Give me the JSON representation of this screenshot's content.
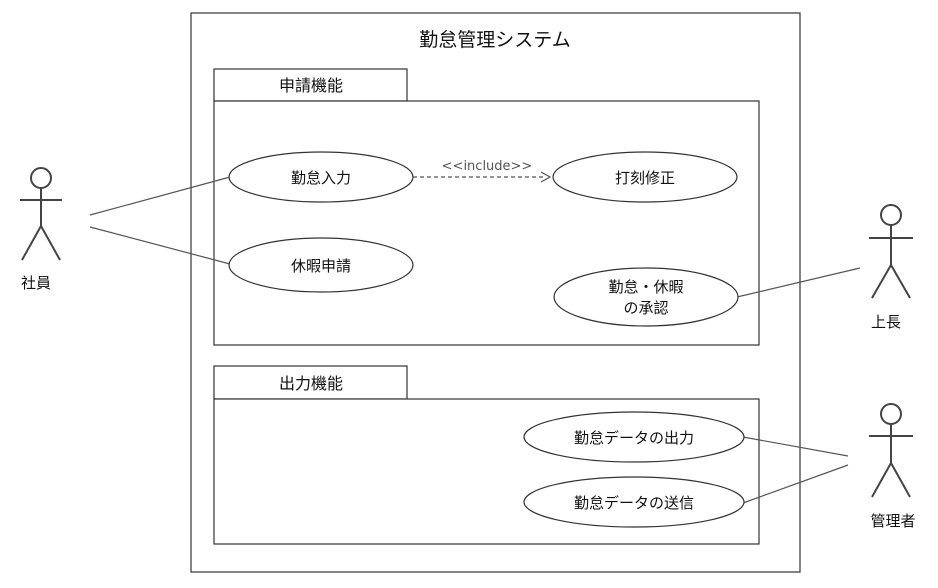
{
  "system": {
    "title": "勤怠管理システム"
  },
  "packages": {
    "apply": {
      "label": "申請機能"
    },
    "output": {
      "label": "出力機能"
    }
  },
  "actors": {
    "employee": {
      "label": "社員"
    },
    "boss": {
      "label": "上長"
    },
    "admin": {
      "label": "管理者"
    }
  },
  "usecases": {
    "kintai_input": {
      "label": "勤怠入力"
    },
    "dakoku_fix": {
      "label": "打刻修正"
    },
    "kyuka_shinsei": {
      "label": "休暇申請"
    },
    "shonin": {
      "line1": "勤怠・休暇",
      "line2": "の承認"
    },
    "data_output": {
      "label": "勤怠データの出力"
    },
    "data_send": {
      "label": "勤怠データの送信"
    }
  },
  "relations": {
    "include_label": "<<include>>"
  },
  "colors": {
    "stroke": "#333333",
    "line": "#555555",
    "text": "#111111",
    "include_text": "#555555"
  }
}
